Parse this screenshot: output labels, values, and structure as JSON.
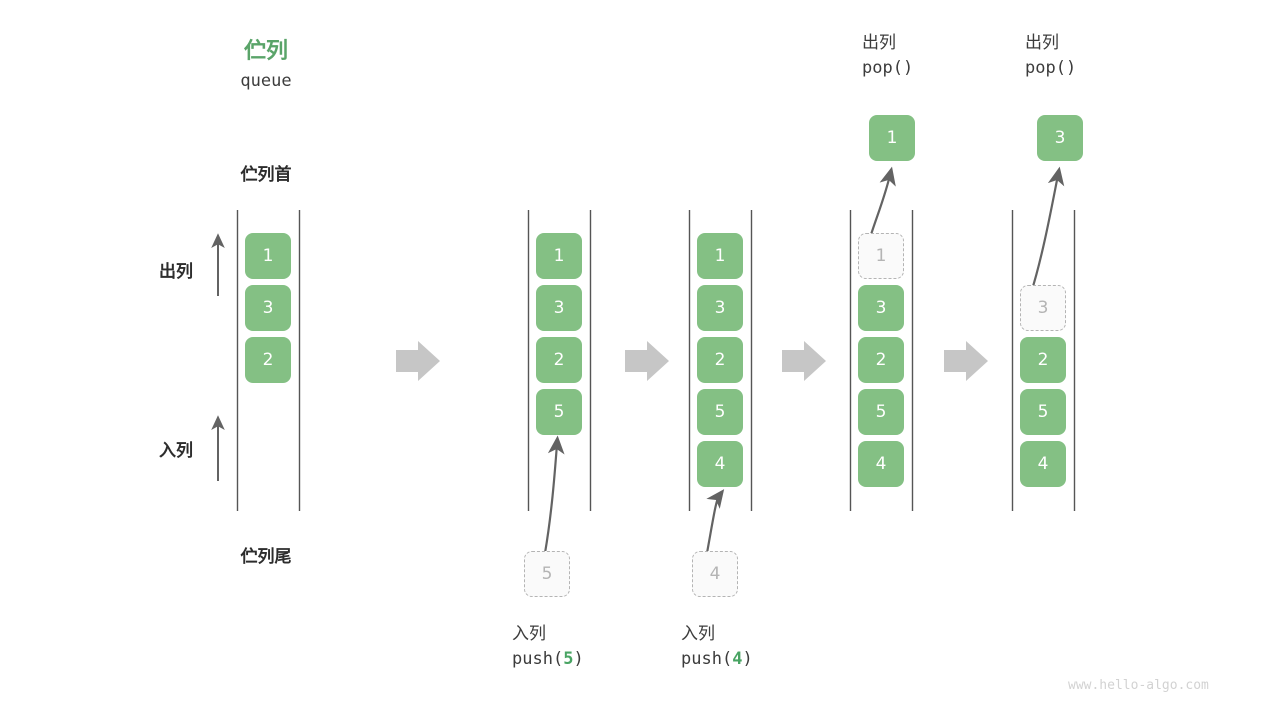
{
  "diagram": {
    "title_zh": "伫列",
    "title_en": "queue",
    "head_label": "伫列首",
    "tail_label": "伫列尾",
    "dequeue_label": "出列",
    "enqueue_label": "入列",
    "watermark": "www.hello-algo.com",
    "colors": {
      "element": "#84c084",
      "accent": "#5aa469",
      "ghost_fill": "#fafafa",
      "ghost_border": "#b4b4b4",
      "rail": "#555555",
      "arrow": "#636363",
      "step_arrow": "#c6c6c6",
      "watermark": "#d2d2d2"
    }
  },
  "stages": [
    {
      "name": "initial",
      "boxes": [
        "1",
        "3",
        "2"
      ],
      "ghost_boxes": []
    },
    {
      "name": "after-push-5",
      "boxes": [
        "1",
        "3",
        "2",
        "5"
      ],
      "incoming": "5",
      "caption_zh": "入列",
      "caption_code_prefix": "push(",
      "caption_code_value": "5",
      "caption_code_suffix": ")"
    },
    {
      "name": "after-push-4",
      "boxes": [
        "1",
        "3",
        "2",
        "5",
        "4"
      ],
      "incoming": "4",
      "caption_zh": "入列",
      "caption_code_prefix": "push(",
      "caption_code_value": "4",
      "caption_code_suffix": ")"
    },
    {
      "name": "after-pop-1",
      "boxes": [
        "3",
        "2",
        "5",
        "4"
      ],
      "popped": "1",
      "ghost_slot": "1",
      "caption_zh": "出列",
      "caption_code_prefix": "pop(",
      "caption_code_value": "",
      "caption_code_suffix": ")"
    },
    {
      "name": "after-pop-3",
      "boxes": [
        "2",
        "5",
        "4"
      ],
      "popped": "3",
      "ghost_slot": "3",
      "caption_zh": "出列",
      "caption_code_prefix": "pop(",
      "caption_code_value": "",
      "caption_code_suffix": ")"
    }
  ]
}
